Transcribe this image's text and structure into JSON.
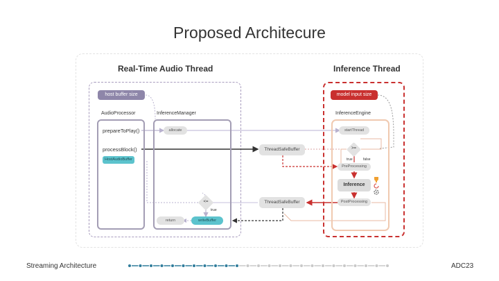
{
  "slide": {
    "title": "Proposed Architecure",
    "footer_left": "Streaming Architecture",
    "footer_right": "ADC23",
    "progress": {
      "total": 25,
      "active": 11
    }
  },
  "sections": {
    "realtime": "Real-Time Audio Thread",
    "inference": "Inference Thread"
  },
  "nodes": {
    "host_buffer_size": "host buffer size",
    "model_input_size": "model input size",
    "audio_processor": "AudioProcessor",
    "inference_manager": "InferenceManager",
    "inference_engine": "InferenceEngine",
    "prepare_to_play": "prepareToPlay()",
    "process_block": "processBlock()",
    "host_audio_buffer": "HostAudioBuffer",
    "allocate": "allocate",
    "tsb_top": "ThreadSafeBuffer",
    "tsb_bottom": "ThreadSafeBuffer",
    "start_thread": "startThread",
    "cmp_ge": ">=",
    "cmp_le": "<=",
    "true_right": "true",
    "false_right": "false",
    "true_left": "true",
    "pre_processing": "PreProcessing",
    "inference": "Inference",
    "post_processing": "PostProcessing",
    "return": "return",
    "write_buffer": "writeBuffer"
  },
  "colors": {
    "purple": "#a39db4",
    "red": "#c9302f",
    "teal": "#4db8c4",
    "peach": "#f0c9b0",
    "gray_node": "#e2e2e2",
    "orange": "#f0a030"
  },
  "icons": [
    "trophy-icon",
    "refresh-icon",
    "gear-icon"
  ]
}
